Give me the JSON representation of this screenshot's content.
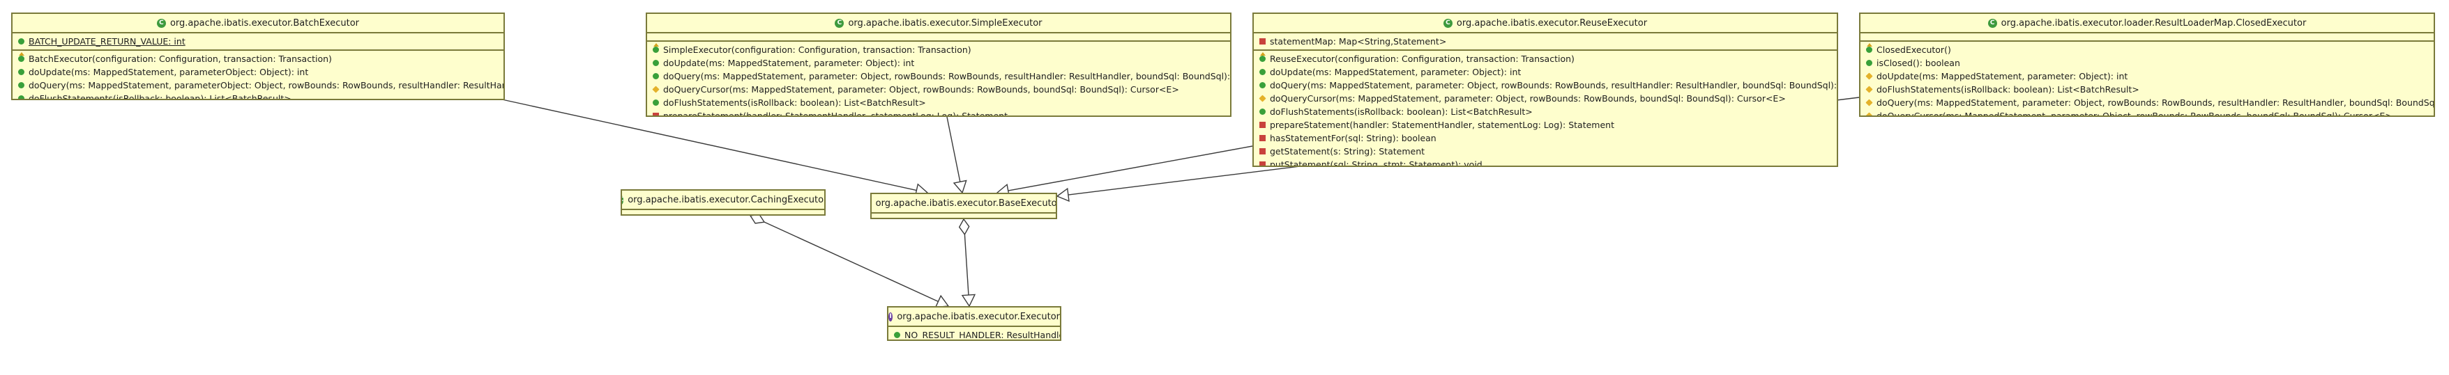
{
  "classes": {
    "batch": {
      "name": "org.apache.ibatis.executor.BatchExecutor",
      "kind": "class",
      "fields": [
        {
          "text": "BATCH_UPDATE_RETURN_VALUE: int",
          "vis": "public",
          "static": true
        }
      ],
      "methods": [
        {
          "text": "BatchExecutor(configuration: Configuration, transaction: Transaction)",
          "vis": "public",
          "ctor": true
        },
        {
          "text": "doUpdate(ms: MappedStatement, parameterObject: Object): int",
          "vis": "public"
        },
        {
          "text": "doQuery(ms: MappedStatement, parameterObject: Object, rowBounds: RowBounds, resultHandler: ResultHandler, boundSql: BoundSql): List<E>",
          "vis": "public"
        },
        {
          "text": "doFlushStatements(isRollback: boolean): List<BatchResult>",
          "vis": "public"
        }
      ]
    },
    "simple": {
      "name": "org.apache.ibatis.executor.SimpleExecutor",
      "kind": "class",
      "fields": [],
      "methods": [
        {
          "text": "SimpleExecutor(configuration: Configuration, transaction: Transaction)",
          "vis": "public",
          "ctor": true
        },
        {
          "text": "doUpdate(ms: MappedStatement, parameter: Object): int",
          "vis": "public"
        },
        {
          "text": "doQuery(ms: MappedStatement, parameter: Object, rowBounds: RowBounds, resultHandler: ResultHandler, boundSql: BoundSql): List<E>",
          "vis": "public"
        },
        {
          "text": "doQueryCursor(ms: MappedStatement, parameter: Object, rowBounds: RowBounds, boundSql: BoundSql): Cursor<E>",
          "vis": "protected"
        },
        {
          "text": "doFlushStatements(isRollback: boolean): List<BatchResult>",
          "vis": "public"
        },
        {
          "text": "prepareStatement(handler: StatementHandler, statementLog: Log): Statement",
          "vis": "private"
        }
      ]
    },
    "reuse": {
      "name": "org.apache.ibatis.executor.ReuseExecutor",
      "kind": "class",
      "fields": [
        {
          "text": "statementMap: Map<String,Statement>",
          "vis": "private"
        }
      ],
      "methods": [
        {
          "text": "ReuseExecutor(configuration: Configuration, transaction: Transaction)",
          "vis": "public",
          "ctor": true
        },
        {
          "text": "doUpdate(ms: MappedStatement, parameter: Object): int",
          "vis": "public"
        },
        {
          "text": "doQuery(ms: MappedStatement, parameter: Object, rowBounds: RowBounds, resultHandler: ResultHandler, boundSql: BoundSql): List<E>",
          "vis": "public"
        },
        {
          "text": "doQueryCursor(ms: MappedStatement, parameter: Object, rowBounds: RowBounds, boundSql: BoundSql): Cursor<E>",
          "vis": "protected"
        },
        {
          "text": "doFlushStatements(isRollback: boolean): List<BatchResult>",
          "vis": "public"
        },
        {
          "text": "prepareStatement(handler: StatementHandler, statementLog: Log): Statement",
          "vis": "private"
        },
        {
          "text": "hasStatementFor(sql: String): boolean",
          "vis": "private"
        },
        {
          "text": "getStatement(s: String): Statement",
          "vis": "private"
        },
        {
          "text": "putStatement(sql: String, stmt: Statement): void",
          "vis": "private"
        }
      ]
    },
    "closed": {
      "name": "org.apache.ibatis.executor.loader.ResultLoaderMap.ClosedExecutor",
      "kind": "class",
      "fields": [],
      "methods": [
        {
          "text": "ClosedExecutor()",
          "vis": "public",
          "ctor": true
        },
        {
          "text": "isClosed(): boolean",
          "vis": "public"
        },
        {
          "text": "doUpdate(ms: MappedStatement, parameter: Object): int",
          "vis": "protected"
        },
        {
          "text": "doFlushStatements(isRollback: boolean): List<BatchResult>",
          "vis": "protected"
        },
        {
          "text": "doQuery(ms: MappedStatement, parameter: Object, rowBounds: RowBounds, resultHandler: ResultHandler, boundSql: BoundSql): List<E>",
          "vis": "protected"
        },
        {
          "text": "doQueryCursor(ms: MappedStatement, parameter: Object, rowBounds: RowBounds, boundSql: BoundSql): Cursor<E>",
          "vis": "protected"
        }
      ]
    },
    "caching": {
      "name": "org.apache.ibatis.executor.CachingExecutor",
      "kind": "class",
      "fields": [],
      "methods": []
    },
    "base": {
      "name": "org.apache.ibatis.executor.BaseExecutor",
      "kind": "class",
      "fields": [],
      "methods": []
    },
    "executor": {
      "name": "org.apache.ibatis.executor.Executor",
      "kind": "interface",
      "fields": [
        {
          "text": "NO_RESULT_HANDLER: ResultHandler",
          "vis": "public"
        }
      ],
      "methods": []
    }
  },
  "relations": [
    {
      "from": "batch",
      "to": "base",
      "type": "extends"
    },
    {
      "from": "simple",
      "to": "base",
      "type": "extends"
    },
    {
      "from": "reuse",
      "to": "base",
      "type": "extends"
    },
    {
      "from": "closed",
      "to": "base",
      "type": "extends"
    },
    {
      "from": "caching",
      "to": "executor",
      "type": "implements",
      "source_end": "aggregation"
    },
    {
      "from": "base",
      "to": "executor",
      "type": "implements",
      "source_end": "aggregation"
    }
  ],
  "colors": {
    "box_fill": "#fefecd",
    "box_border": "#7a7a3a",
    "public": "#39a03a",
    "protected": "#e4b22a",
    "private": "#c8423c",
    "class_icon": "#3e9a3e",
    "interface_icon": "#6a3fa0"
  }
}
